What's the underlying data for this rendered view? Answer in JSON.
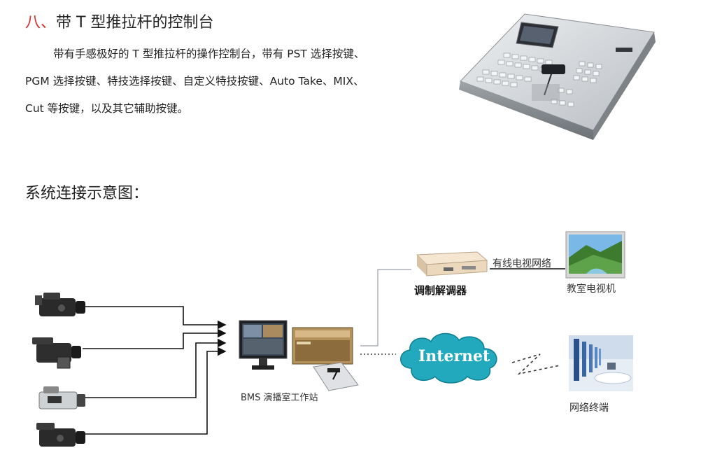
{
  "section": {
    "number": "八、",
    "title": "带 T 型推拉杆的控制台"
  },
  "description": {
    "line1": "带有手感极好的 T 型推拉杆的操作控制台，带有 PST 选择按键、",
    "line2": "PGM 选择按键、特技选择按键、自定义特技按键、Auto Take、MIX、",
    "line3": "Cut 等按键，以及其它辅助按键。"
  },
  "diagram": {
    "title": "系统连接示意图：",
    "workstation_label": "BMS 演播室工作站",
    "modulator_label": "调制解调器",
    "cable_label": "有线电视网络",
    "tv_label": "教室电视机",
    "internet_label": "Internet",
    "terminal_label": "网络终端"
  },
  "colors": {
    "accent_red": "#d0312d",
    "cloud_teal": "#1aa3b8",
    "console_silver": "#c8cbcf"
  }
}
